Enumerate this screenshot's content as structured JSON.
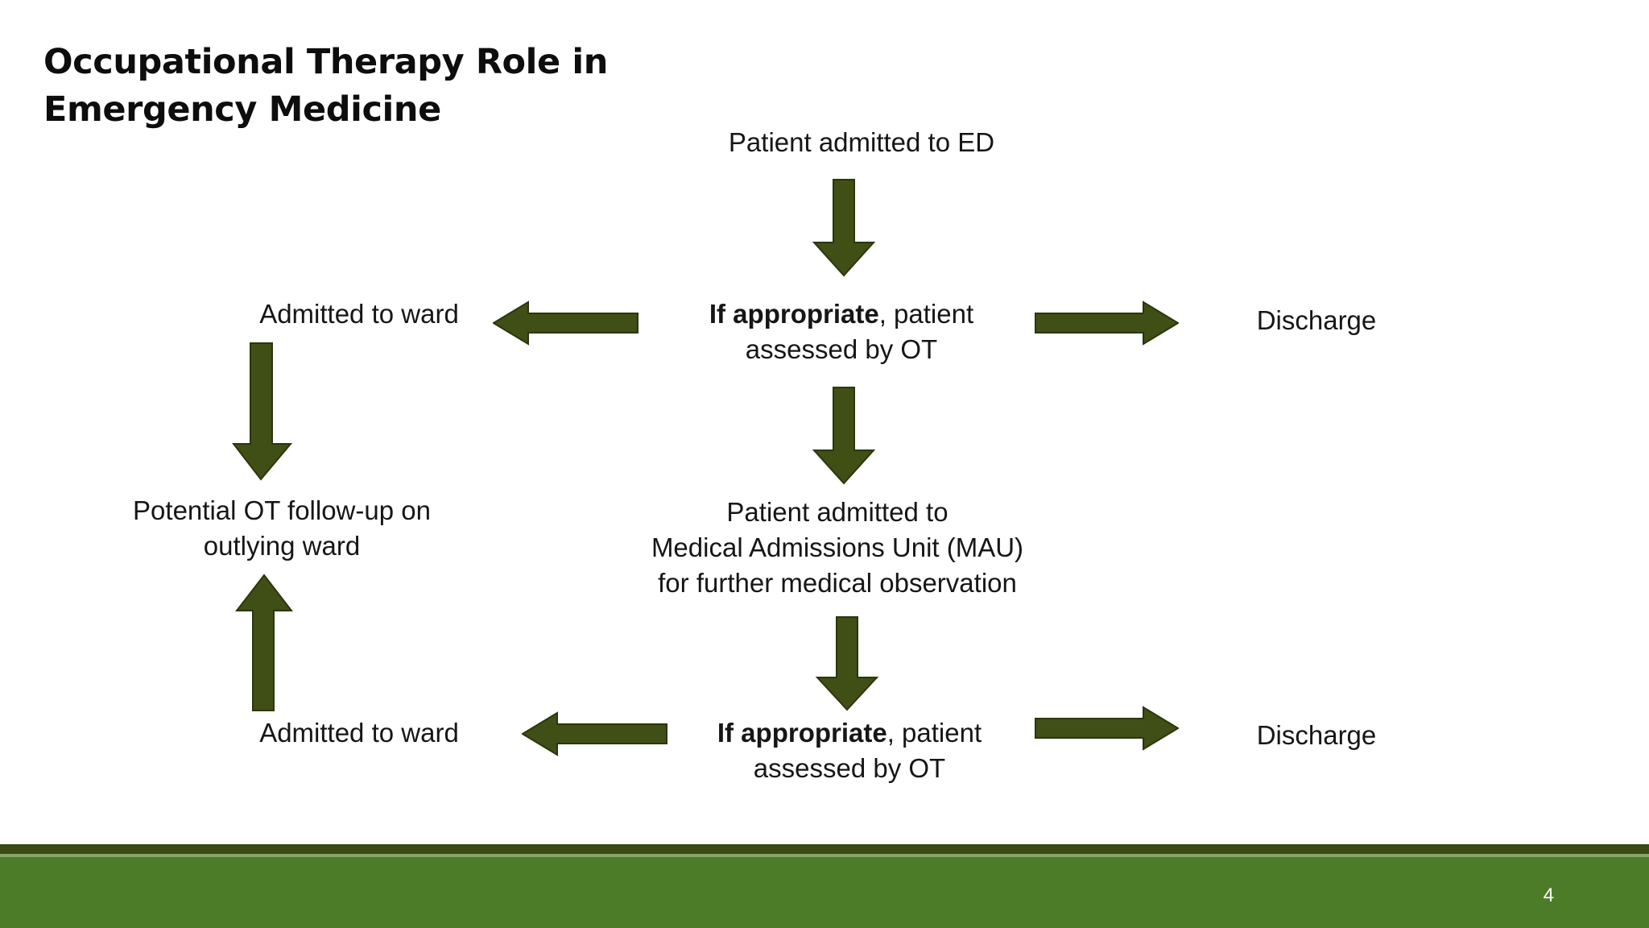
{
  "slide": {
    "title": "Occupational Therapy Role in\nEmergency Medicine",
    "page_number": "4",
    "background_color": "#ffffff"
  },
  "theme": {
    "arrow_fill": "#3f4f16",
    "arrow_stroke": "#2b360d",
    "footer_green": "#4d7c28",
    "footer_dark_strip": "#3b4a15",
    "footer_rule": "#8aa367",
    "text_color": "#161616",
    "title_color": "#0d0d0d"
  },
  "flow": {
    "nodes": [
      {
        "id": "patient-ed",
        "text": "Patient admitted to ED"
      },
      {
        "id": "admitted-ward-1",
        "text": "Admitted to ward"
      },
      {
        "id": "if-appropriate-1",
        "bold_prefix": "If appropriate",
        "rest": ", patient\nassessed by OT"
      },
      {
        "id": "discharge-1",
        "text": "Discharge"
      },
      {
        "id": "potential-ot",
        "text": "Potential OT follow-up on\noutlying ward"
      },
      {
        "id": "mau",
        "text": "Patient admitted to\nMedical Admissions Unit (MAU)\nfor further medical observation"
      },
      {
        "id": "admitted-ward-2",
        "text": "Admitted to ward"
      },
      {
        "id": "if-appropriate-2",
        "bold_prefix": "If appropriate",
        "rest": ", patient\nassessed by OT"
      },
      {
        "id": "discharge-2",
        "text": "Discharge"
      }
    ],
    "arrows": [
      {
        "id": "ed-to-assess",
        "direction": "down",
        "from": "patient-ed",
        "to": "if-appropriate-1"
      },
      {
        "id": "assess-to-ward",
        "direction": "left",
        "from": "if-appropriate-1",
        "to": "admitted-ward-1"
      },
      {
        "id": "assess-to-discharge",
        "direction": "right",
        "from": "if-appropriate-1",
        "to": "discharge-1"
      },
      {
        "id": "assess-to-mau",
        "direction": "down",
        "from": "if-appropriate-1",
        "to": "mau"
      },
      {
        "id": "ward-to-followup",
        "direction": "down",
        "from": "admitted-ward-1",
        "to": "potential-ot"
      },
      {
        "id": "mau-to-assess2",
        "direction": "down",
        "from": "mau",
        "to": "if-appropriate-2"
      },
      {
        "id": "assess2-to-ward2",
        "direction": "left",
        "from": "if-appropriate-2",
        "to": "admitted-ward-2"
      },
      {
        "id": "assess2-to-discharge",
        "direction": "right",
        "from": "if-appropriate-2",
        "to": "discharge-2"
      },
      {
        "id": "ward2-to-followup",
        "direction": "up",
        "from": "admitted-ward-2",
        "to": "potential-ot"
      }
    ]
  }
}
